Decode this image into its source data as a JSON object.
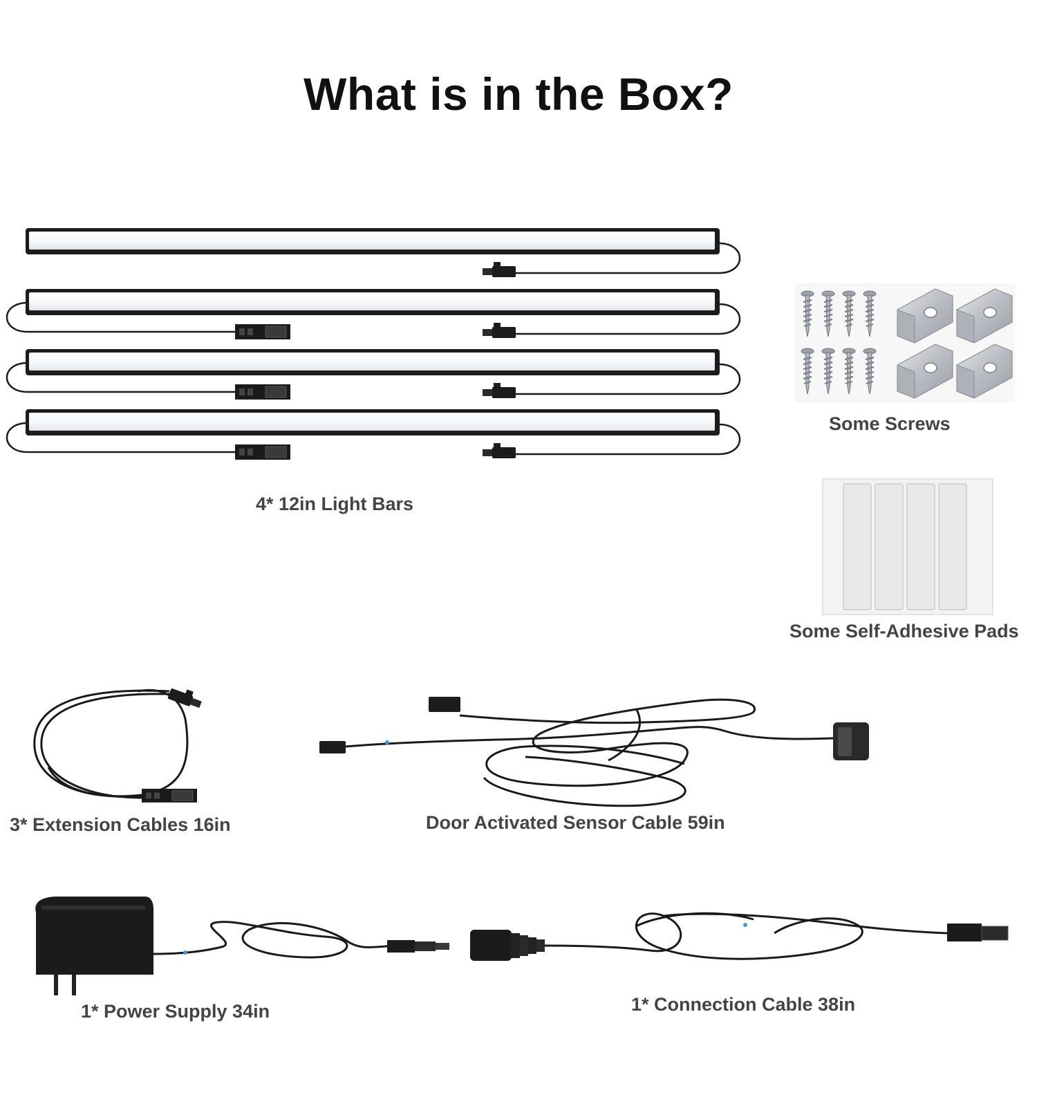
{
  "title": "What is in the Box?",
  "items": {
    "light_bars": "4* 12in Light Bars",
    "screws": "Some Screws",
    "adhesive_pads": "Some Self-Adhesive Pads",
    "extension_cables": "3* Extension Cables 16in",
    "sensor_cable": "Door Activated Sensor Cable 59in",
    "power_supply": "1* Power Supply 34in",
    "connection_cable": "1* Connection Cable 38in"
  },
  "colors": {
    "title_text": "#111111",
    "label_text": "#444444",
    "cable": "#1a1a1a",
    "bar_frame": "#1c1c1c",
    "bar_light": "#f6f8fa",
    "bracket_metal": "#c9cbcf",
    "pad": "#eeeeee",
    "cable_marker": "#3a9ad9"
  }
}
